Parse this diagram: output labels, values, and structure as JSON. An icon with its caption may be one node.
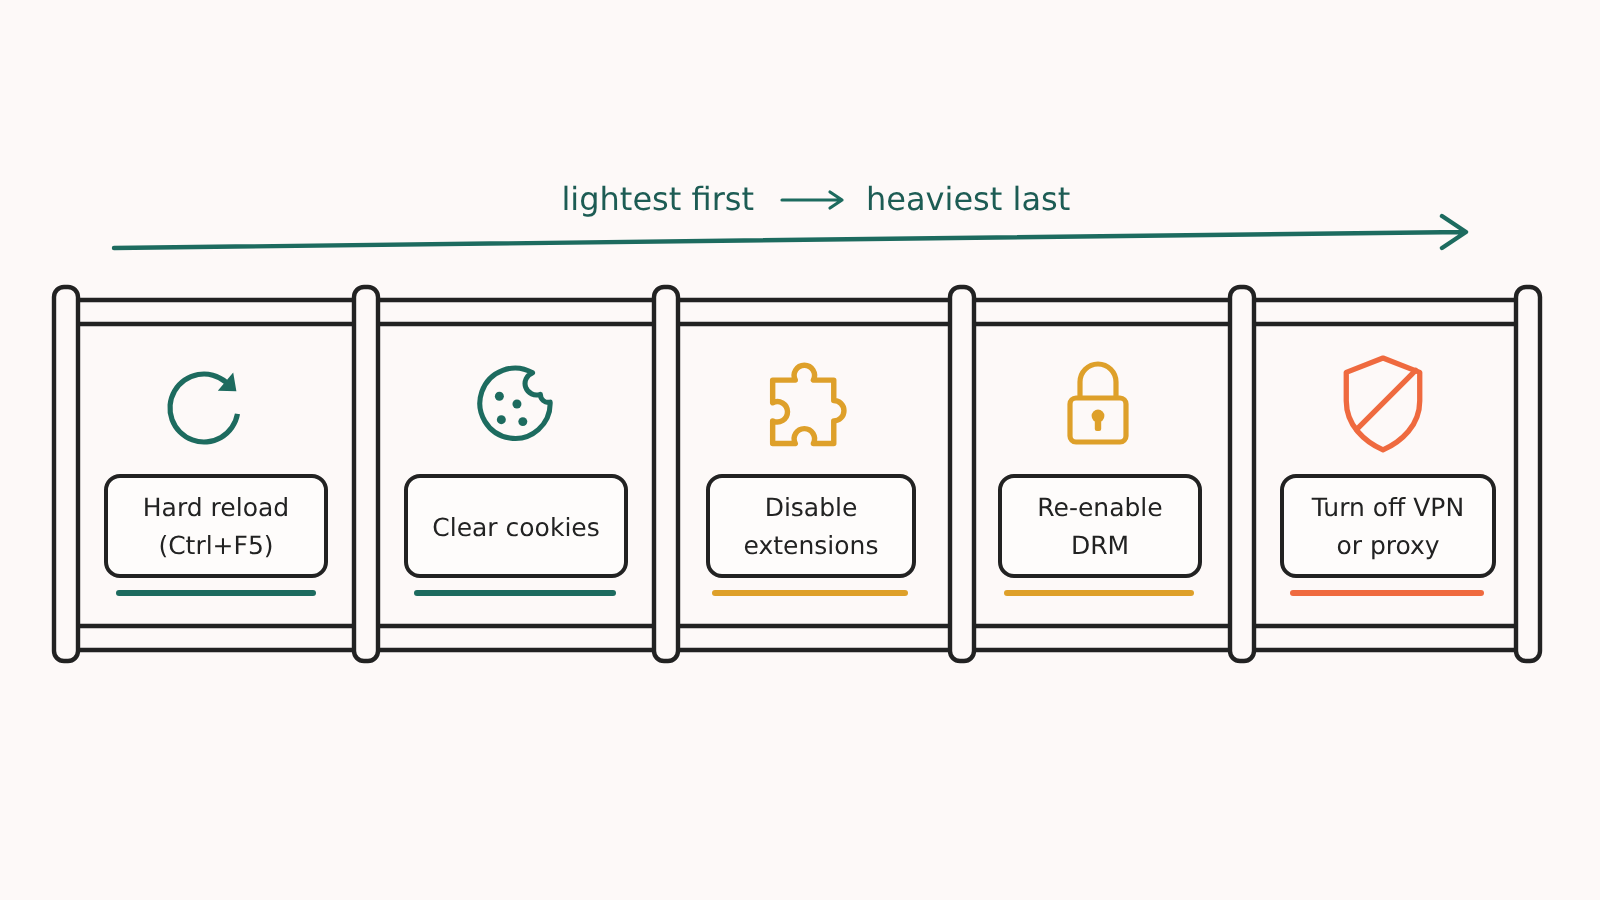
{
  "diagram": {
    "nodes": [
      {
        "text": [
          "Hard reload (Ctrl+F5)"
        ]
      },
      {
        "text": [
          "Clear cookies"
        ]
      },
      {
        "text": [
          "Disable extensions"
        ]
      },
      {
        "text": [
          "Re-enable DRM"
        ]
      },
      {
        "text": [
          "Turn off VPN or proxy"
        ]
      }
    ],
    "labels": [
      "lightest first",
      "heaviest last"
    ]
  }
}
